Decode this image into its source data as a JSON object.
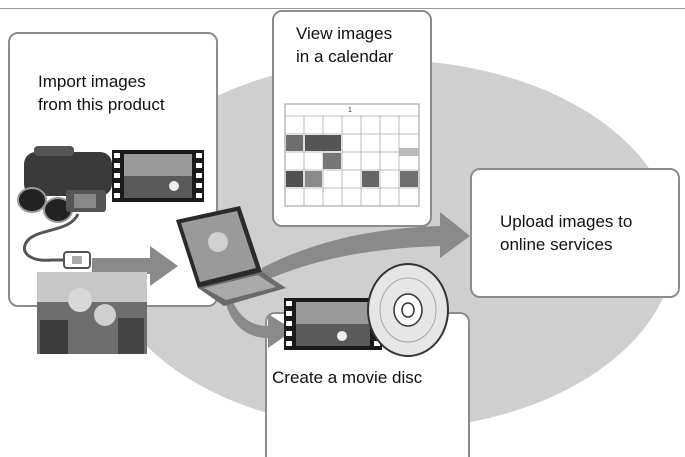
{
  "boxes": {
    "import": {
      "label": "Import images\nfrom this product"
    },
    "calendar": {
      "label": "View images\nin a calendar"
    },
    "upload": {
      "label": "Upload images to\nonline services"
    },
    "disc": {
      "label": "Create a movie disc"
    }
  },
  "calendar_widget": {
    "month": "1"
  },
  "colors": {
    "ellipse": "#cfcfcf",
    "arrow": "#8a8a8a",
    "border": "#8c8c8c"
  }
}
